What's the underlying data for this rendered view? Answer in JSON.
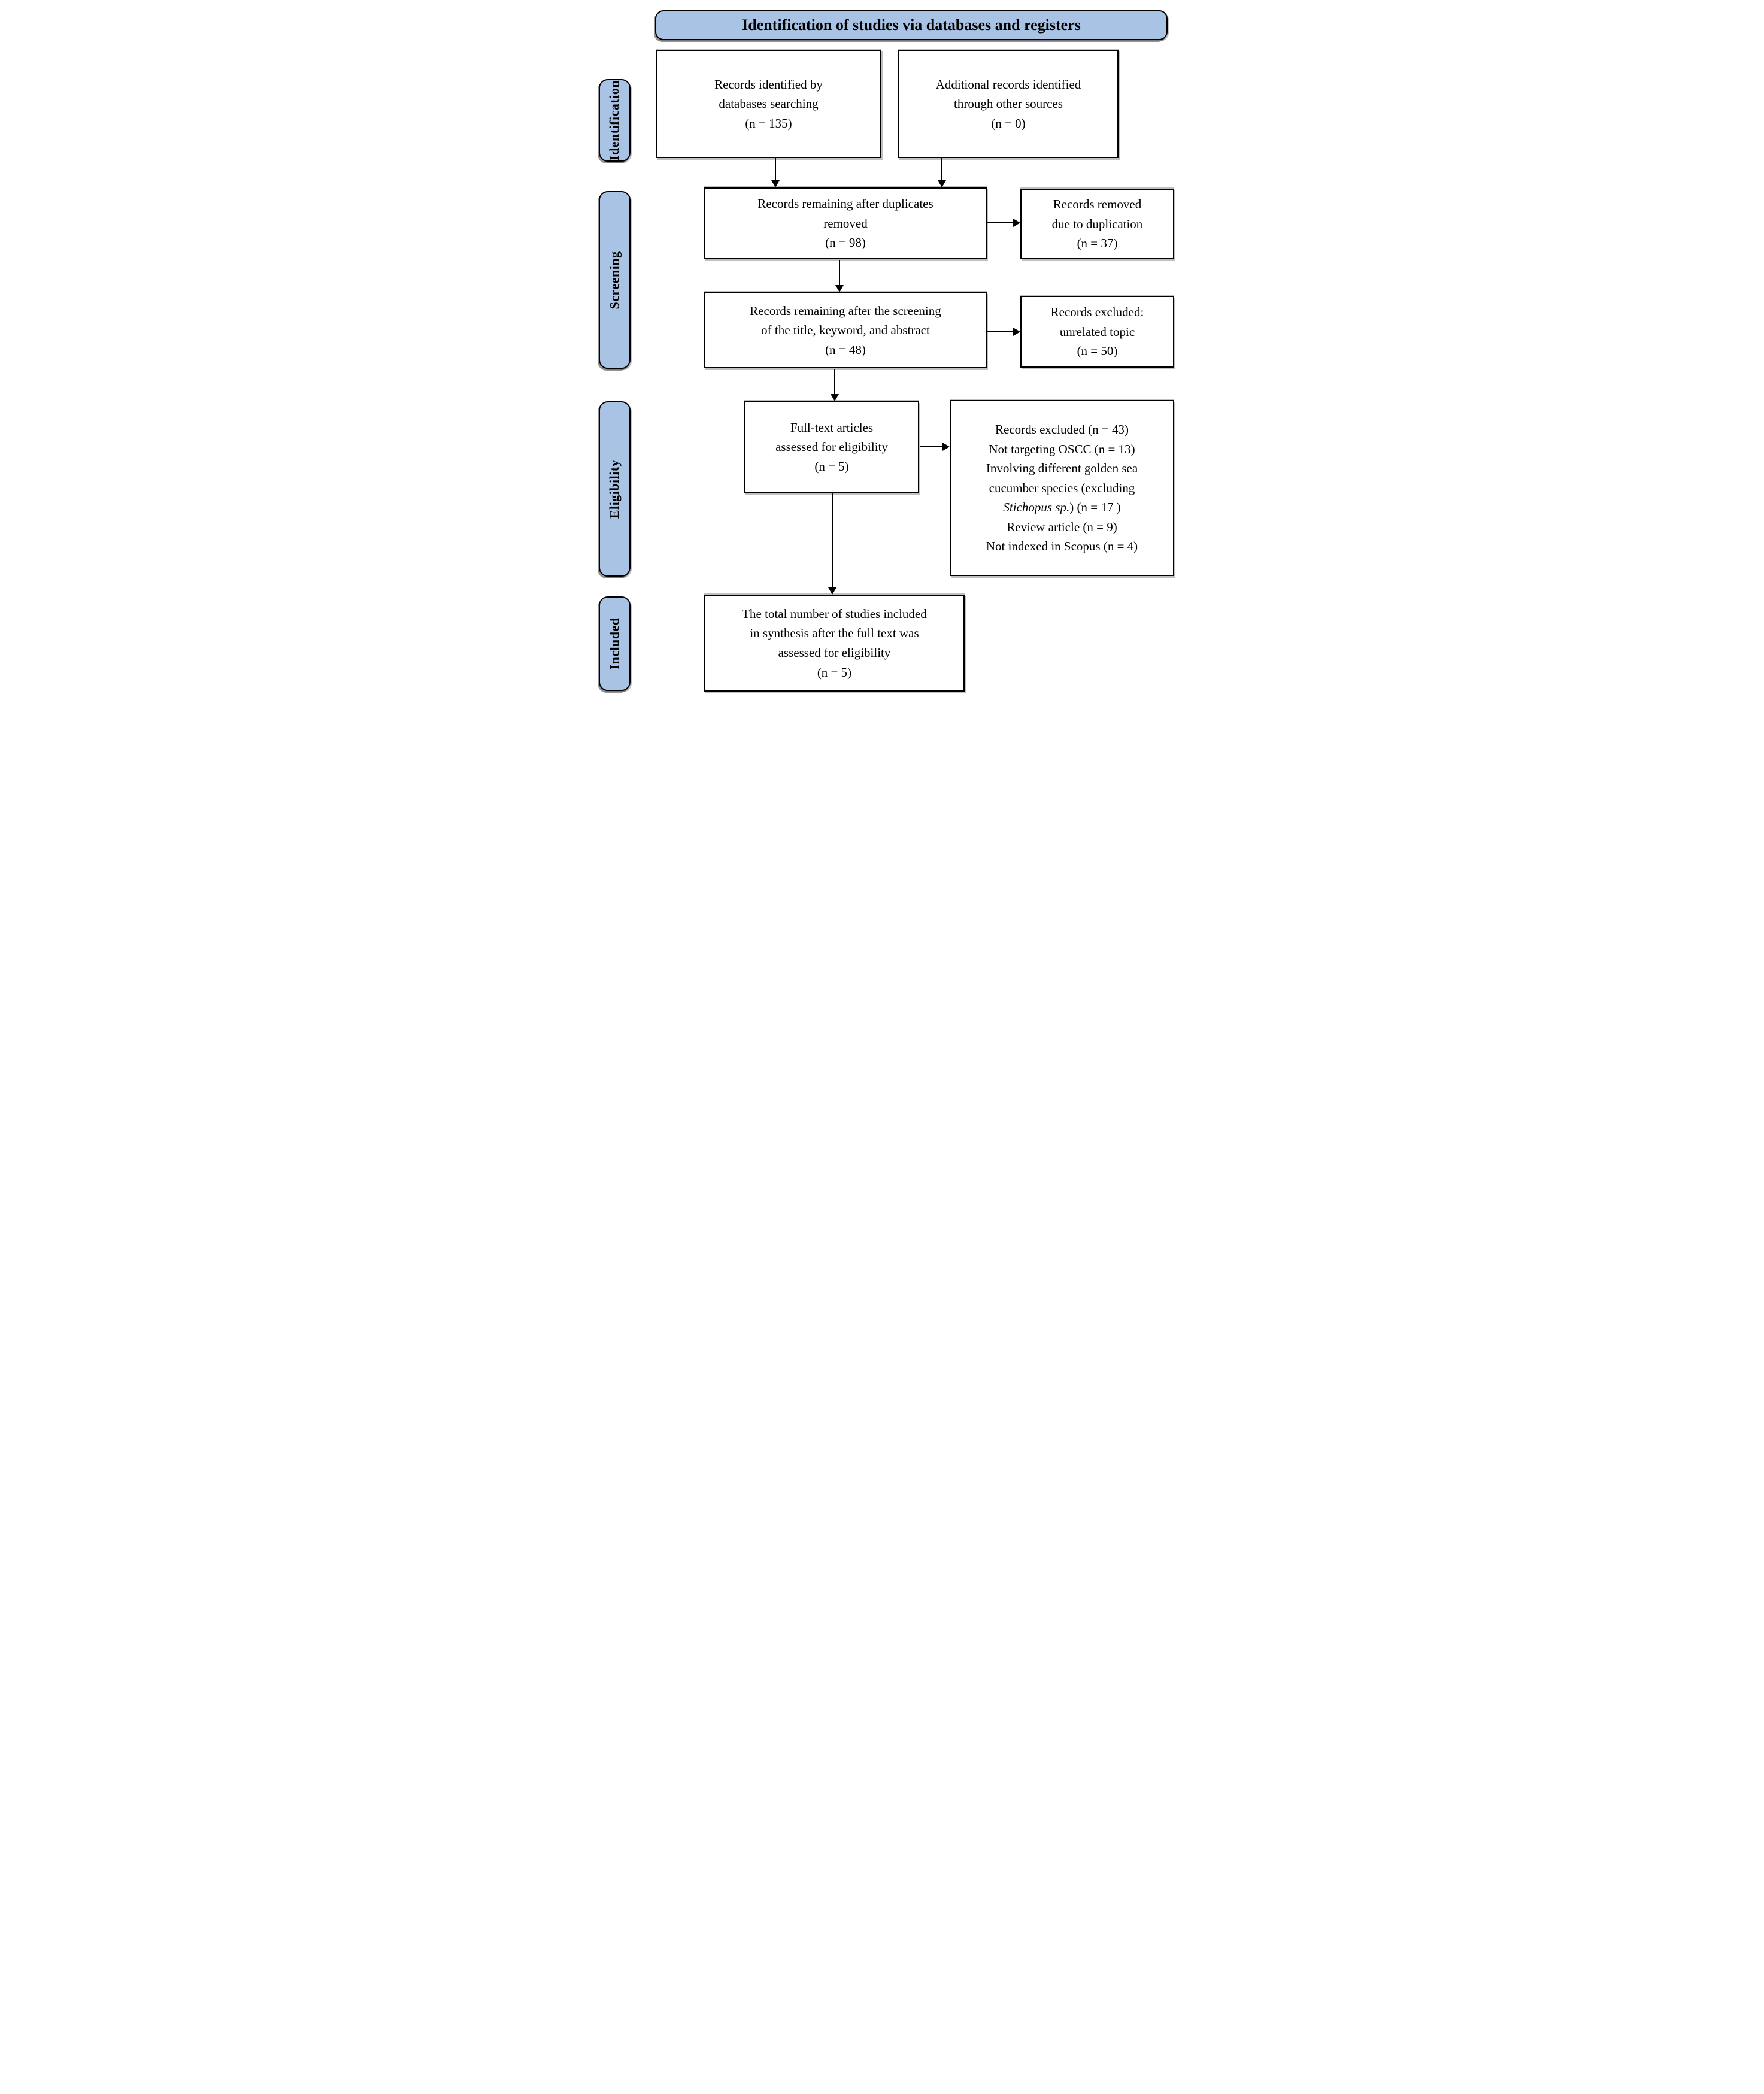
{
  "figure": {
    "title": "Identification of studies via databases and registers"
  },
  "stages": {
    "identification": "Identification",
    "screening": "Screening",
    "eligibility": "Eligibility",
    "included": "Included"
  },
  "boxes": {
    "records_identified": {
      "text": "Records identified by\ndatabases searching\n(n = 135)"
    },
    "additional_records": {
      "text": "Additional records identified\nthrough other sources\n(n = 0)"
    },
    "after_duplicates": {
      "text": "Records remaining after duplicates\nremoved\n(n = 98)"
    },
    "removed_duplication": {
      "text": "Records removed\ndue to duplication\n(n = 37)"
    },
    "after_screening": {
      "text": "Records remaining after the screening\nof the title, keyword, and abstract\n(n = 48)"
    },
    "excluded_unrelated": {
      "text": "Records excluded:\nunrelated topic\n(n = 50)"
    },
    "fulltext_assessed": {
      "text": "Full-text articles\nassessed for eligibility\n(n = 5)"
    },
    "fulltext_excluded": {
      "lines": [
        [
          {
            "t": "Records excluded (n = 43)"
          }
        ],
        [
          {
            "t": "Not targeting OSCC (n = 13)"
          }
        ],
        [
          {
            "t": "Involving different golden sea"
          }
        ],
        [
          {
            "t": "cucumber species (excluding"
          }
        ],
        [
          {
            "t": "Stichopus sp.",
            "i": true
          },
          {
            "t": ") (n = 17 )"
          }
        ],
        [
          {
            "t": "Review article (n = 9)"
          }
        ],
        [
          {
            "t": "Not indexed in Scopus (n = 4)"
          }
        ]
      ]
    },
    "included_total": {
      "text": "The total number of studies included\nin synthesis after the full text was\nassessed for eligibility\n(n = 5)"
    }
  },
  "colors": {
    "stage_fill": "#a9c3e4",
    "box_fill": "#ffffff",
    "border": "#000000"
  }
}
